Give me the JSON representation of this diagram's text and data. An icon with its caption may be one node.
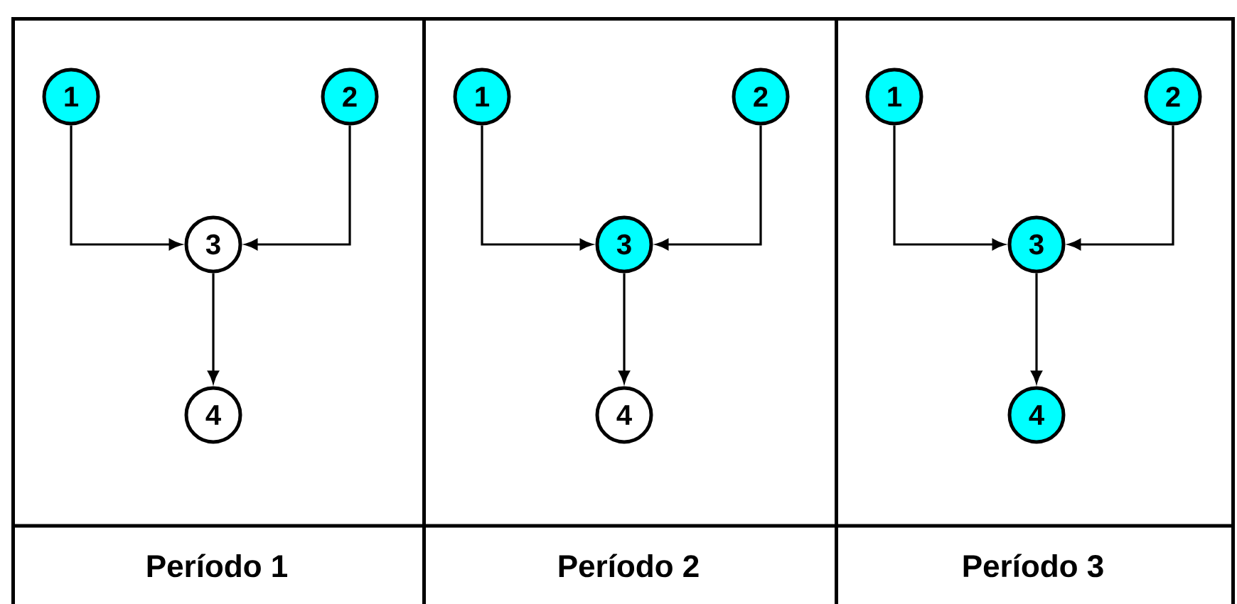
{
  "diagram": {
    "nodes": [
      {
        "text": [
          "Período 1"
        ]
      },
      {
        "text": [
          "1"
        ],
        "in": 0
      },
      {
        "text": [
          "2"
        ],
        "in": 0
      },
      {
        "text": [
          "3"
        ],
        "in": 0
      },
      {
        "text": [
          "4"
        ],
        "in": 0
      },
      {
        "text": [
          "Período 2"
        ]
      },
      {
        "text": [
          "1"
        ],
        "in": 5
      },
      {
        "text": [
          "2"
        ],
        "in": 5
      },
      {
        "text": [
          "3"
        ],
        "in": 5
      },
      {
        "text": [
          "4"
        ],
        "in": 5
      },
      {
        "text": [
          "Período 3"
        ]
      },
      {
        "text": [
          "1"
        ],
        "in": 10
      },
      {
        "text": [
          "2"
        ],
        "in": 10
      },
      {
        "text": [
          "3"
        ],
        "in": 10
      },
      {
        "text": [
          "4"
        ],
        "in": 10
      }
    ],
    "edges": [
      {
        "from": 1,
        "to": 3,
        "arrow": "to"
      },
      {
        "from": 2,
        "to": 3,
        "arrow": "to"
      },
      {
        "from": 3,
        "to": 4,
        "arrow": "to"
      },
      {
        "from": 6,
        "to": 8,
        "arrow": "to"
      },
      {
        "from": 7,
        "to": 8,
        "arrow": "to"
      },
      {
        "from": 8,
        "to": 9,
        "arrow": "to"
      },
      {
        "from": 11,
        "to": 13,
        "arrow": "to"
      },
      {
        "from": 12,
        "to": 13,
        "arrow": "to"
      },
      {
        "from": 13,
        "to": 14,
        "arrow": "to"
      }
    ]
  }
}
